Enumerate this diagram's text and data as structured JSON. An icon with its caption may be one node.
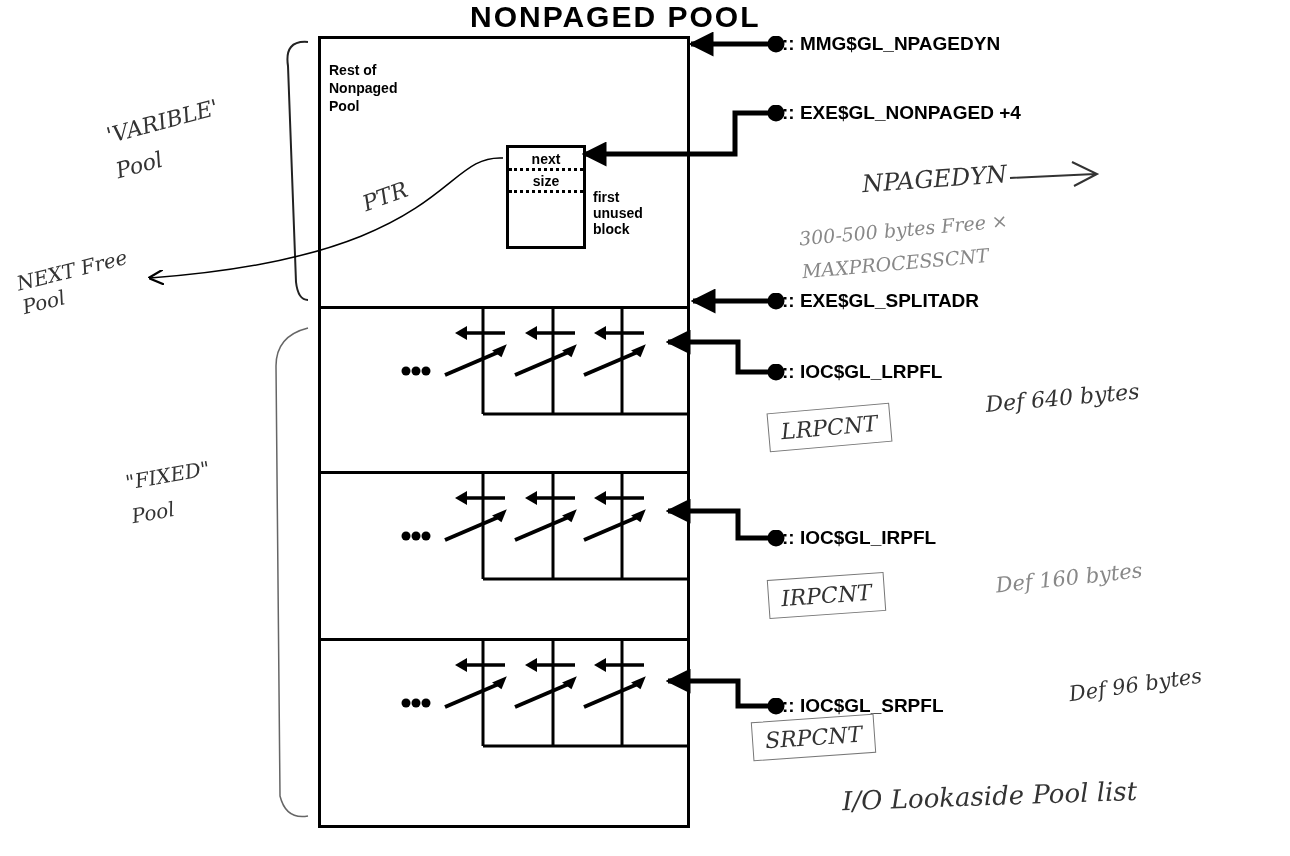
{
  "diagram": {
    "title": "NONPAGED POOL",
    "nodes": [
      {
        "text": [
          "Rest of Nonpaged Pool"
        ]
      },
      {
        "text": [
          "next",
          "size"
        ],
        "beside": [
          "first unused block"
        ],
        "in": 0
      },
      {
        "text": [],
        "shape": "box"
      },
      {
        "text": [],
        "shape": "box",
        "in": 2
      },
      {
        "text": [],
        "shape": "box"
      },
      {
        "text": [],
        "shape": "box",
        "in": 4
      },
      {
        "text": [],
        "shape": "box"
      },
      {
        "text": [],
        "shape": "box",
        "in": 6
      },
      {
        "text": [
          ":: MMG$GL_NPAGEDYN"
        ]
      },
      {
        "text": [
          ":: EXE$GL_NONPAGED +4"
        ]
      },
      {
        "text": [
          ":: EXE$GL_SPLITADR"
        ]
      },
      {
        "text": [
          ":: IOC$GL_LRPFL"
        ]
      },
      {
        "text": [
          ":: IOC$GL_IRPFL"
        ]
      },
      {
        "text": [
          ":: IOC$GL_SRPFL"
        ]
      },
      {
        "text": [
          "NEXT Free Pool"
        ]
      },
      {
        "text": [
          "LRPCNT"
        ]
      },
      {
        "text": [
          "IRPCNT"
        ]
      },
      {
        "text": [
          "SRPCNT"
        ]
      }
    ],
    "edges": [
      {
        "from": 8,
        "to": 0,
        "arrow": "to"
      },
      {
        "from": 9,
        "to": 1,
        "arrow": "to"
      },
      {
        "from": 10,
        "to": 2,
        "arrow": "to"
      },
      {
        "from": 11,
        "to": 3,
        "arrow": "to"
      },
      {
        "from": 12,
        "to": 5,
        "arrow": "to"
      },
      {
        "from": 13,
        "to": 7,
        "arrow": "to"
      },
      {
        "from": 1,
        "to": 14,
        "arrow": "to",
        "label": "PTR"
      }
    ],
    "labels": [
      "'VARIBLE' Pool",
      "NPAGEDYN",
      "300-500 bytes Free × MAXPROCESSCNT",
      "Def 640 bytes",
      "\"FIXED\" Pool",
      "Def 160 bytes",
      "Def 96 bytes",
      "I/O Lookaside Pool list"
    ]
  }
}
